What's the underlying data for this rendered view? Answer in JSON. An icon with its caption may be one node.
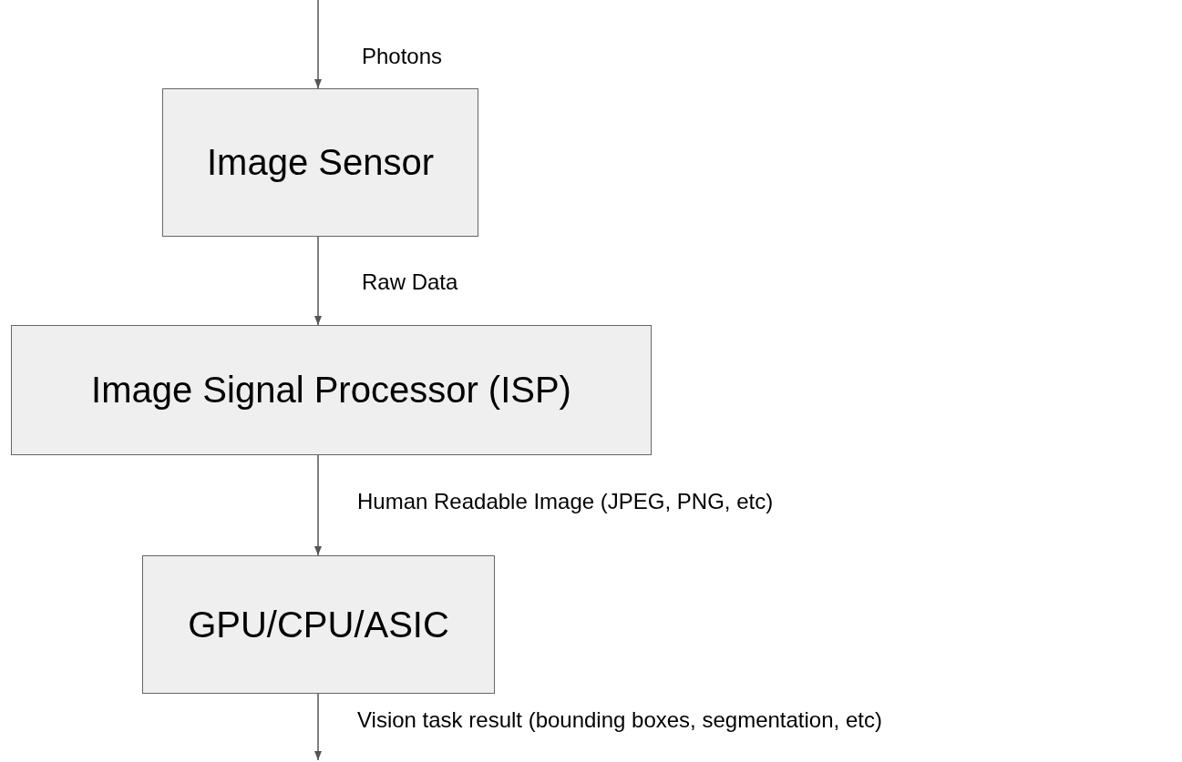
{
  "diagram": {
    "nodes": [
      {
        "text": [
          "Image Sensor"
        ]
      },
      {
        "text": [
          "Image Signal Processor (ISP)"
        ]
      },
      {
        "text": [
          "GPU/CPU/ASIC"
        ]
      }
    ],
    "edges": [
      {
        "from": null,
        "to": 0,
        "arrow": "to",
        "label": "Photons"
      },
      {
        "from": 0,
        "to": 1,
        "arrow": "to",
        "label": "Raw Data"
      },
      {
        "from": 1,
        "to": 2,
        "arrow": "to",
        "label": "Human Readable Image (JPEG, PNG, etc)"
      },
      {
        "from": 2,
        "to": null,
        "arrow": "to",
        "label": "Vision task result (bounding boxes, segmentation, etc)"
      }
    ]
  }
}
